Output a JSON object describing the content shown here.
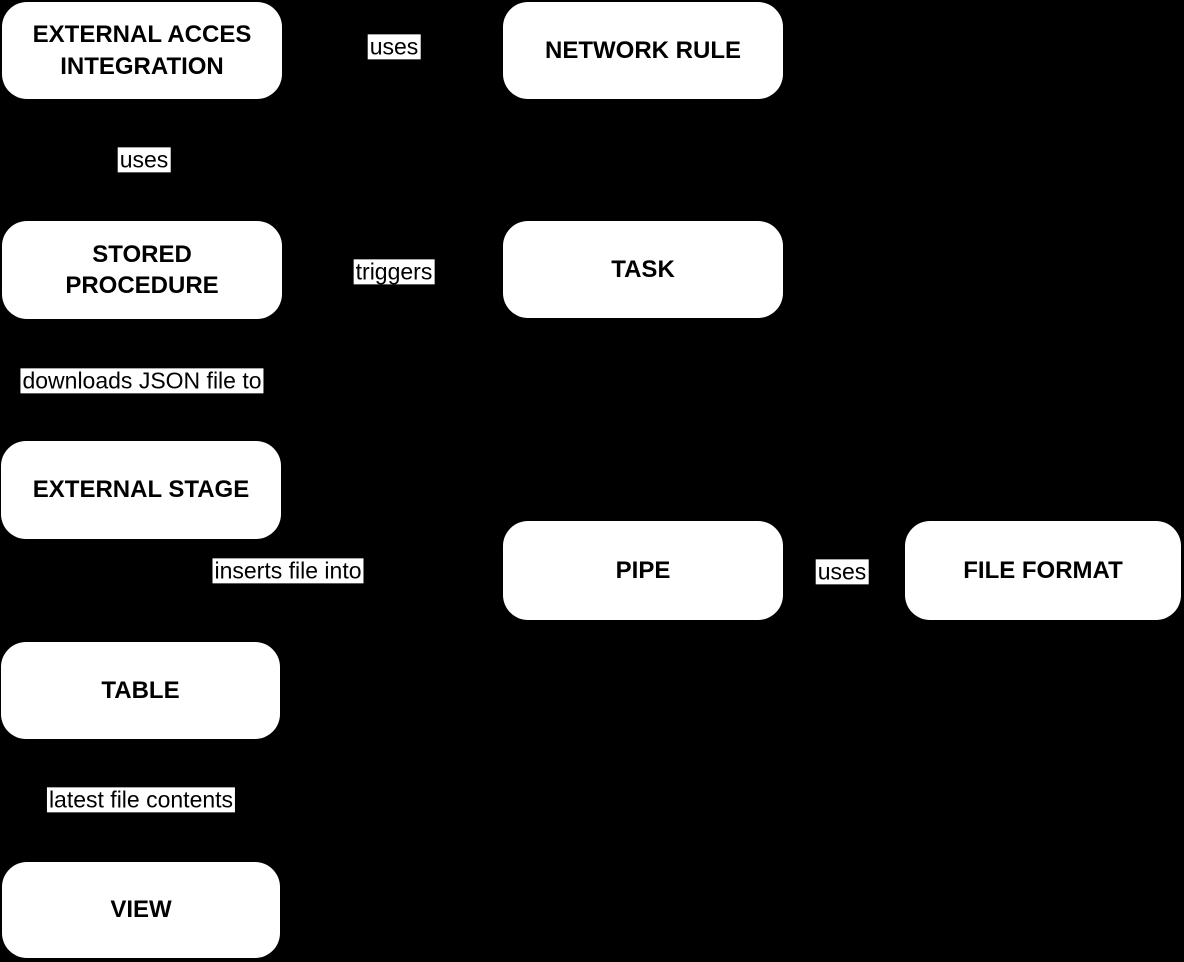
{
  "diagram": {
    "colors": {
      "background": "#000000",
      "node_fill": "#ffffff",
      "node_text": "#000000",
      "edge_label_bg": "#ffffff",
      "edge_label_text": "#000000",
      "edge_stroke": "#000000"
    },
    "nodes": [
      {
        "id": "external-acces-integration",
        "label": "EXTERNAL ACCES INTEGRATION"
      },
      {
        "id": "network-rule",
        "label": "NETWORK RULE"
      },
      {
        "id": "stored-procedure",
        "label": "STORED PROCEDURE"
      },
      {
        "id": "task",
        "label": "TASK"
      },
      {
        "id": "external-stage",
        "label": "EXTERNAL STAGE"
      },
      {
        "id": "pipe",
        "label": "PIPE"
      },
      {
        "id": "file-format",
        "label": "FILE FORMAT"
      },
      {
        "id": "table",
        "label": "TABLE"
      },
      {
        "id": "view",
        "label": "VIEW"
      }
    ],
    "edges": [
      {
        "between": [
          "external-acces-integration",
          "network-rule"
        ],
        "label": "uses"
      },
      {
        "between": [
          "external-acces-integration",
          "stored-procedure"
        ],
        "label": "uses"
      },
      {
        "between": [
          "task",
          "stored-procedure"
        ],
        "label": "triggers"
      },
      {
        "between": [
          "stored-procedure",
          "external-stage"
        ],
        "label": "downloads JSON file to"
      },
      {
        "between": [
          "pipe",
          "table"
        ],
        "label": "inserts file into"
      },
      {
        "between": [
          "pipe",
          "file-format"
        ],
        "label": "uses"
      },
      {
        "between": [
          "table",
          "view"
        ],
        "label": "latest file contents"
      }
    ]
  }
}
